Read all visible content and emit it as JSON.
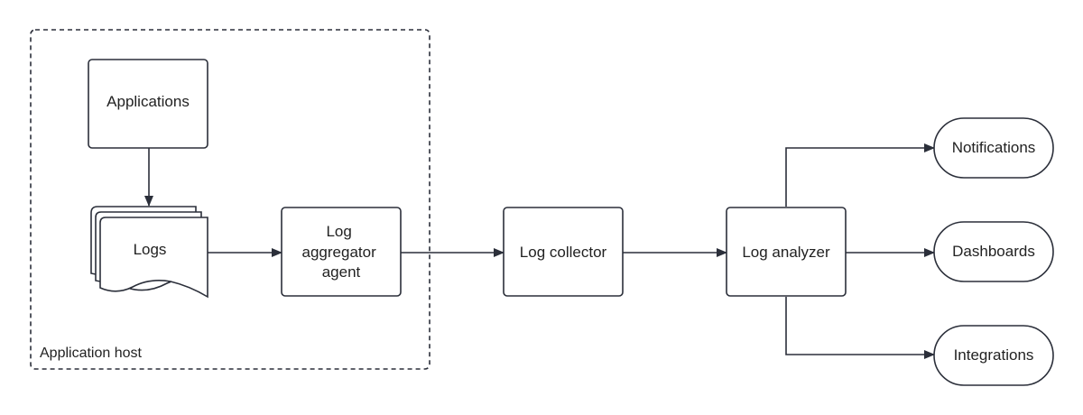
{
  "diagram": {
    "group": {
      "label": "Application host"
    },
    "nodes": {
      "applications": {
        "label": "Applications"
      },
      "logs": {
        "label": "Logs"
      },
      "log_aggregator_agent": {
        "lines": [
          "Log",
          "aggregator",
          "agent"
        ]
      },
      "log_collector": {
        "label": "Log collector"
      },
      "log_analyzer": {
        "label": "Log analyzer"
      },
      "notifications": {
        "label": "Notifications"
      },
      "dashboards": {
        "label": "Dashboards"
      },
      "integrations": {
        "label": "Integrations"
      }
    },
    "edges": [
      {
        "from": "Applications",
        "to": "Logs"
      },
      {
        "from": "Logs",
        "to": "Log aggregator agent"
      },
      {
        "from": "Log aggregator agent",
        "to": "Log collector"
      },
      {
        "from": "Log collector",
        "to": "Log analyzer"
      },
      {
        "from": "Log analyzer",
        "to": "Notifications"
      },
      {
        "from": "Log analyzer",
        "to": "Dashboards"
      },
      {
        "from": "Log analyzer",
        "to": "Integrations"
      }
    ],
    "colors": {
      "stroke": "#2b2f3a",
      "fill": "#ffffff",
      "text": "#222222"
    }
  }
}
